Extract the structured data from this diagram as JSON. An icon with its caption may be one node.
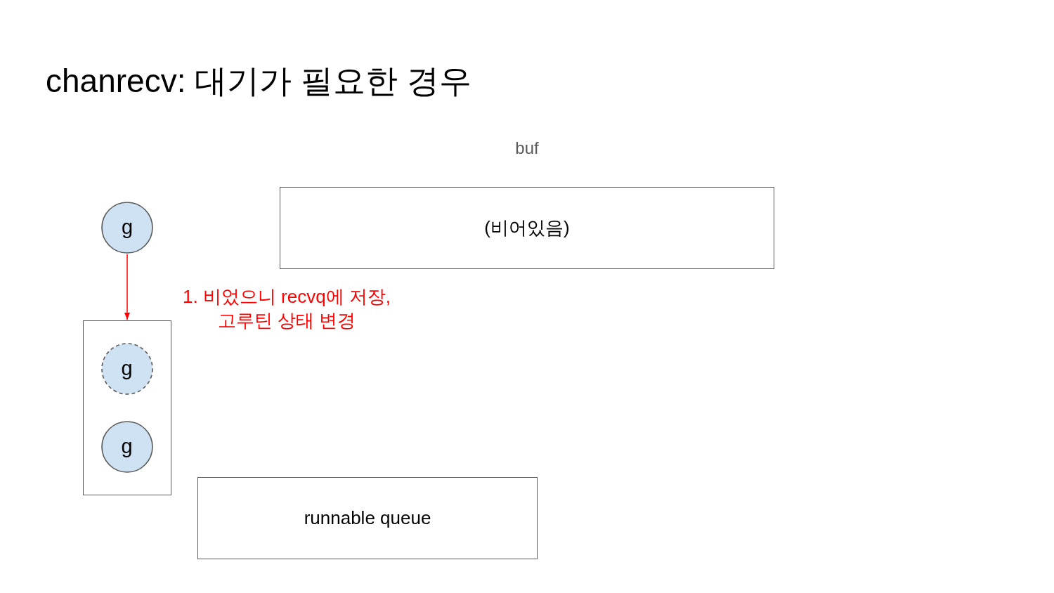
{
  "diagram": {
    "title": "chanrecv: 대기가 필요한 경우",
    "nodes": [
      {
        "text": [
          "buf",
          "(비어있음)"
        ]
      },
      {
        "text": [
          "g"
        ]
      },
      {
        "text": [],
        "shape": "box"
      },
      {
        "text": [
          "g"
        ],
        "in": 2
      },
      {
        "text": [
          "g"
        ],
        "in": 2
      },
      {
        "text": [
          "runnable queue"
        ]
      }
    ],
    "edges": [
      {
        "from": 1,
        "to": 2,
        "arrow": "to",
        "label": "1. 비었으니 recvq에 저장, 고루틴 상태 변경",
        "color": "#ff0000"
      }
    ]
  }
}
